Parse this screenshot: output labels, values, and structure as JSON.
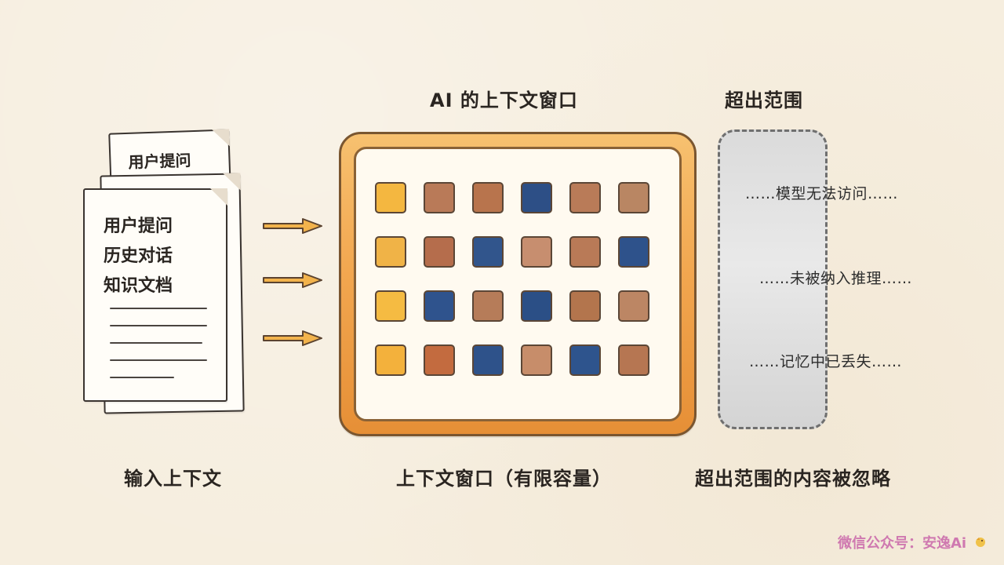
{
  "headings": {
    "window": "AI 的上下文窗口",
    "outside": "超出范围"
  },
  "captions": {
    "input": "输入上下文",
    "window": "上下文窗口（有限容量）",
    "outside": "超出范围的内容被忽略"
  },
  "documents": {
    "back_label": "用户提问",
    "front_lines": [
      "用户提问",
      "历史对话",
      "知识文档"
    ]
  },
  "outside_items": [
    "……模型无法访问……",
    "……未被纳入推理……",
    "……记忆中已丢失……"
  ],
  "grid": {
    "rows": [
      [
        "#f4b740",
        "#b97a58",
        "#b8744d",
        "#2d4f86",
        "#b97b58",
        "#b98663"
      ],
      [
        "#f0b347",
        "#b56d4c",
        "#31558c",
        "#c78e6f",
        "#b97a57",
        "#2e528b"
      ],
      [
        "#f5bb42",
        "#2f538d",
        "#b67c59",
        "#2b4f86",
        "#b3754d",
        "#bc8664"
      ],
      [
        "#f3b13c",
        "#c36b3f",
        "#2e528a",
        "#c78d6a",
        "#2e548d",
        "#b67652"
      ]
    ]
  },
  "watermark": {
    "text": "微信公众号：安逸Ai"
  },
  "colors": {
    "background": "#f6eedf",
    "frame": "#f2a750",
    "yellow": "#f4b740",
    "brown": "#b97a58",
    "blue": "#2d4f86"
  }
}
